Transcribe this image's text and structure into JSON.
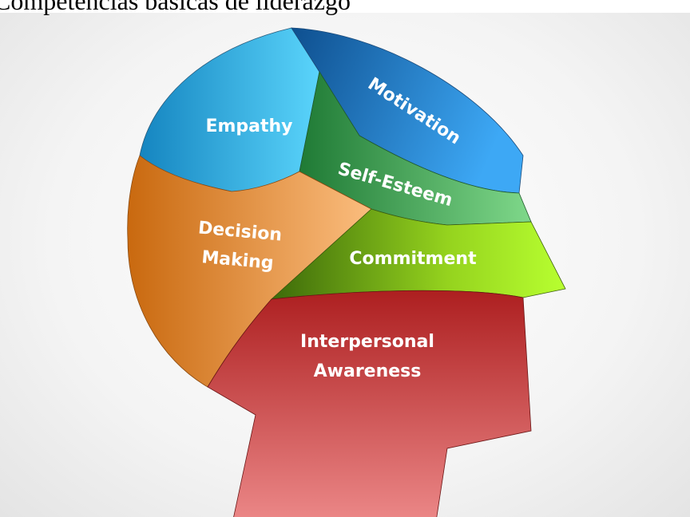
{
  "slide": {
    "title": "Competencias básicas de liderazgo"
  },
  "segments": [
    {
      "id": "empathy",
      "label": "Empathy",
      "color": "#3cb8e8"
    },
    {
      "id": "motivation",
      "label": "Motivation",
      "color": "#2f7fd0"
    },
    {
      "id": "self-esteem",
      "label": "Self-Esteem",
      "color": "#4aa860"
    },
    {
      "id": "decision-making",
      "label_line1": "Decision",
      "label_line2": "Making",
      "color": "#e08a3a"
    },
    {
      "id": "commitment",
      "label": "Commitment",
      "color": "#8ccc20"
    },
    {
      "id": "interpersonal-awareness",
      "label_line1": "Interpersonal",
      "label_line2": "Awareness",
      "color": "#c23a3a"
    }
  ]
}
